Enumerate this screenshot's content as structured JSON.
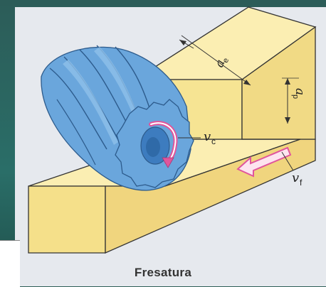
{
  "figure": {
    "caption": "Fresatura",
    "labels": {
      "ae": {
        "main": "a",
        "sub": "e"
      },
      "ap": {
        "main": "a",
        "sub": "p"
      },
      "vc": {
        "main": "v",
        "sub": "c"
      },
      "vf": {
        "main": "v",
        "sub": "f"
      }
    }
  },
  "colors": {
    "background": "#2f5f57",
    "panel": "#e6e9ee",
    "workpiece_top": "#fbeeb2",
    "workpiece_front": "#f5e08a",
    "workpiece_side": "#ecd07a",
    "cutter": "#6aa6dc",
    "cutter_dark": "#3d7cbf",
    "arrow": "#e0559c"
  }
}
